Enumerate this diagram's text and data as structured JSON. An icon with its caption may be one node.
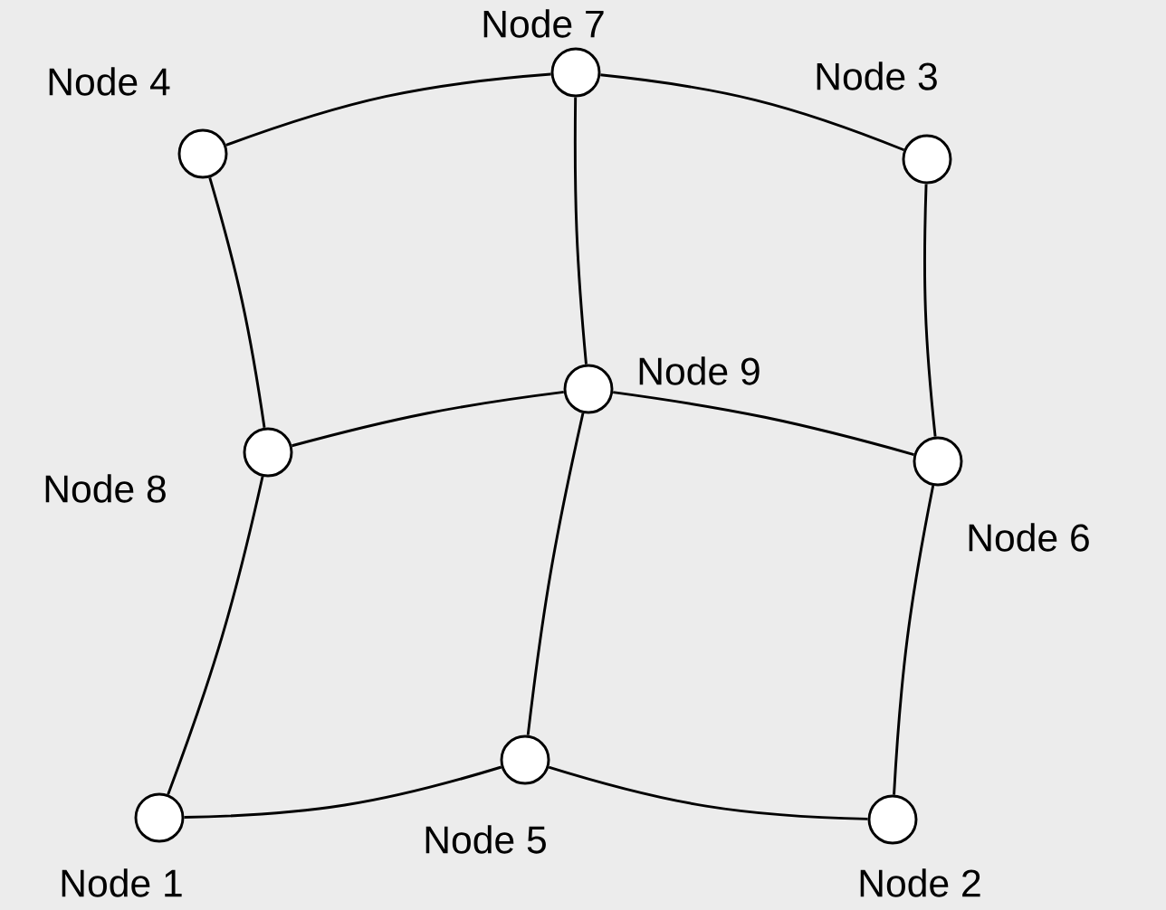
{
  "diagram": {
    "nodes": [
      {
        "text": [],
        "shape": "circle",
        "beside": [
          "Node 1"
        ]
      },
      {
        "text": [],
        "shape": "circle",
        "beside": [
          "Node 2"
        ]
      },
      {
        "text": [],
        "shape": "circle",
        "beside": [
          "Node 3"
        ]
      },
      {
        "text": [],
        "shape": "circle",
        "beside": [
          "Node 4"
        ]
      },
      {
        "text": [],
        "shape": "circle",
        "beside": [
          "Node 5"
        ]
      },
      {
        "text": [],
        "shape": "circle",
        "beside": [
          "Node 6"
        ]
      },
      {
        "text": [],
        "shape": "circle",
        "beside": [
          "Node 7"
        ]
      },
      {
        "text": [],
        "shape": "circle",
        "beside": [
          "Node 8"
        ]
      },
      {
        "text": [],
        "shape": "circle",
        "beside": [
          "Node 9"
        ]
      }
    ],
    "edges": [
      {
        "from": 3,
        "to": 6,
        "arrow": "none"
      },
      {
        "from": 6,
        "to": 2,
        "arrow": "none"
      },
      {
        "from": 3,
        "to": 7,
        "arrow": "none"
      },
      {
        "from": 7,
        "to": 0,
        "arrow": "none"
      },
      {
        "from": 0,
        "to": 4,
        "arrow": "none"
      },
      {
        "from": 4,
        "to": 1,
        "arrow": "none"
      },
      {
        "from": 2,
        "to": 5,
        "arrow": "none"
      },
      {
        "from": 5,
        "to": 1,
        "arrow": "none"
      },
      {
        "from": 6,
        "to": 8,
        "arrow": "none"
      },
      {
        "from": 8,
        "to": 4,
        "arrow": "none"
      },
      {
        "from": 7,
        "to": 8,
        "arrow": "none"
      },
      {
        "from": 8,
        "to": 5,
        "arrow": "none"
      }
    ]
  }
}
